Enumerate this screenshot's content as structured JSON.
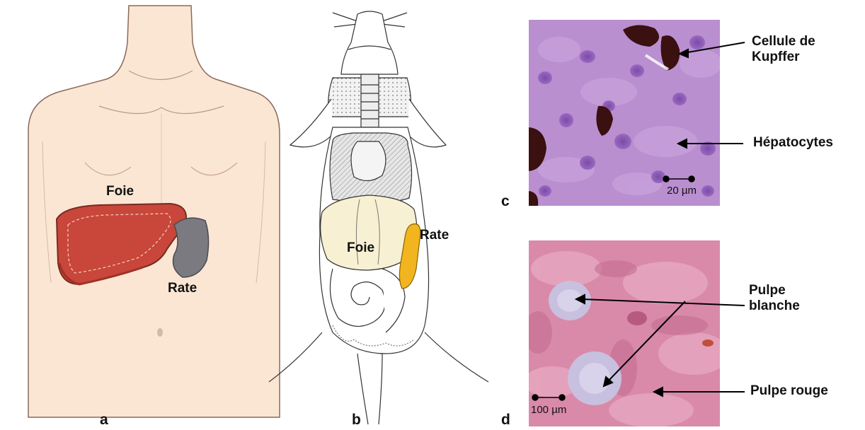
{
  "panels": {
    "a": {
      "letter": "a",
      "liver_label": "Foie",
      "spleen_label": "Rate"
    },
    "b": {
      "letter": "b",
      "liver_label": "Foie",
      "spleen_label": "Rate"
    },
    "c": {
      "letter": "c",
      "kupffer_label": "Cellule de Kupffer",
      "hepatocytes_label": "Hépatocytes",
      "scale_label": "20 µm"
    },
    "d": {
      "letter": "d",
      "white_pulp_label": "Pulpe blanche",
      "red_pulp_label": "Pulpe rouge",
      "scale_label": "100 µm"
    }
  },
  "colors": {
    "skin": "#fbe6d4",
    "liver_human": "#c8463a",
    "spleen_human": "#7a7a80",
    "liver_mouse": "#f7f0d2",
    "spleen_mouse": "#f2b51f",
    "histo_liver": "#b98fd0",
    "histo_spleen": "#d98aa8"
  }
}
